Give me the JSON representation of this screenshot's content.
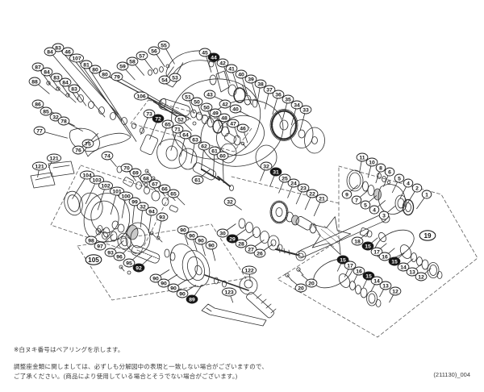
{
  "footer": {
    "note_bearing": "※白ヌキ番号はベアリングを示します。",
    "note_washers_1": "調整座金類に関しましては、必ずしも分解図中の表現と一致しない場合がございますので、",
    "note_washers_2": "ご了承ください。(商品により使用している場合とそうでない場合がございます。)",
    "doc_code": "(211130)_004"
  },
  "diagram": {
    "type": "exploded-parts-schematic",
    "bearing_callouts_filled": [
      "15",
      "29",
      "31",
      "44",
      "72",
      "89",
      "92"
    ],
    "assembly_group_callouts": [
      "19",
      "105"
    ],
    "balloons": [
      [
        "83",
        72,
        59,
        0,
        48,
        112
      ],
      [
        "84",
        62,
        64,
        0,
        50,
        106
      ],
      [
        "46",
        84,
        64,
        0,
        52,
        108
      ],
      [
        "107",
        95,
        72,
        0,
        55,
        118
      ],
      [
        "81",
        107,
        80,
        0,
        57,
        114
      ],
      [
        "80",
        118,
        86,
        0,
        28,
        116
      ],
      [
        "80",
        130,
        92,
        0,
        28,
        108
      ],
      [
        "79",
        145,
        95,
        0,
        30,
        106
      ],
      [
        "87",
        47,
        83,
        0,
        55,
        27
      ],
      [
        "84",
        58,
        89,
        0,
        55,
        27
      ],
      [
        "83",
        70,
        96,
        0,
        55,
        27
      ],
      [
        "84",
        81,
        102,
        0,
        55,
        27
      ],
      [
        "83",
        92,
        110,
        0,
        55,
        26
      ],
      [
        "88",
        43,
        101,
        0,
        40,
        24
      ],
      [
        "86",
        47,
        129,
        0,
        30,
        27
      ],
      [
        "85",
        57,
        138,
        0,
        25,
        27
      ],
      [
        "32",
        69,
        145,
        0,
        25,
        26
      ],
      [
        "78",
        79,
        150,
        0,
        28,
        27
      ],
      [
        "77",
        49,
        162,
        0,
        15,
        36
      ],
      [
        "59",
        152,
        82,
        0,
        48,
        23
      ],
      [
        "58",
        164,
        76,
        0,
        50,
        23
      ],
      [
        "57",
        176,
        69,
        0,
        53,
        24
      ],
      [
        "56",
        191,
        63,
        0,
        56,
        24
      ],
      [
        "55",
        203,
        56,
        0,
        60,
        27
      ],
      [
        "54",
        204,
        99,
        0,
        -55,
        20
      ],
      [
        "53",
        217,
        96,
        0,
        -62,
        21
      ],
      [
        "45",
        254,
        65,
        0,
        72,
        26
      ],
      [
        "44",
        265,
        71,
        1,
        75,
        27
      ],
      [
        "42",
        276,
        78,
        0,
        70,
        27
      ],
      [
        "41",
        287,
        85,
        0,
        72,
        27
      ],
      [
        "40",
        299,
        92,
        0,
        73,
        26
      ],
      [
        "39",
        311,
        98,
        0,
        74,
        26
      ],
      [
        "38",
        323,
        104,
        0,
        100,
        25
      ],
      [
        "37",
        334,
        111,
        0,
        103,
        25
      ],
      [
        "36",
        345,
        117,
        0,
        106,
        26
      ],
      [
        "35",
        357,
        123,
        0,
        105,
        26
      ],
      [
        "34",
        368,
        130,
        0,
        105,
        26
      ],
      [
        "33",
        379,
        136,
        0,
        105,
        27
      ],
      [
        "43",
        260,
        117,
        0,
        25,
        24
      ],
      [
        "42",
        279,
        129,
        0,
        28,
        22
      ],
      [
        "40",
        292,
        135,
        0,
        28,
        20
      ],
      [
        "106",
        175,
        119,
        0,
        20,
        17
      ],
      [
        "51",
        233,
        120,
        0,
        70,
        22
      ],
      [
        "50",
        244,
        126,
        0,
        70,
        22
      ],
      [
        "50",
        256,
        133,
        0,
        70,
        21
      ],
      [
        "49",
        267,
        140,
        0,
        70,
        21
      ],
      [
        "48",
        278,
        146,
        0,
        70,
        20
      ],
      [
        "47",
        289,
        153,
        0,
        70,
        19
      ],
      [
        "46",
        301,
        159,
        0,
        72,
        19
      ],
      [
        "52",
        224,
        148,
        0,
        45,
        20
      ],
      [
        "73",
        185,
        141,
        0,
        112,
        28
      ],
      [
        "72",
        196,
        147,
        1,
        112,
        28
      ],
      [
        "65",
        208,
        154,
        0,
        110,
        28
      ],
      [
        "71",
        220,
        160,
        0,
        107,
        28
      ],
      [
        "64",
        230,
        167,
        0,
        103,
        28
      ],
      [
        "63",
        242,
        173,
        0,
        100,
        30
      ],
      [
        "62",
        253,
        181,
        0,
        97,
        30
      ],
      [
        "61",
        266,
        187,
        0,
        93,
        32
      ],
      [
        "60",
        276,
        193,
        0,
        88,
        34
      ],
      [
        "61",
        245,
        223,
        0,
        -40,
        20
      ],
      [
        "70",
        157,
        208,
        0,
        55,
        20
      ],
      [
        "69",
        168,
        214,
        0,
        55,
        20
      ],
      [
        "68",
        181,
        221,
        0,
        52,
        20
      ],
      [
        "67",
        192,
        228,
        0,
        50,
        20
      ],
      [
        "66",
        204,
        234,
        0,
        48,
        20
      ],
      [
        "65",
        215,
        240,
        0,
        45,
        20
      ],
      [
        "74",
        133,
        193,
        0,
        50,
        18
      ],
      [
        "75",
        109,
        178,
        0,
        -45,
        18
      ],
      [
        "76",
        97,
        186,
        0,
        -40,
        18
      ],
      [
        "121",
        67,
        196,
        0,
        120,
        14
      ],
      [
        "121",
        49,
        206,
        0,
        100,
        14
      ],
      [
        "104",
        108,
        217,
        0,
        122,
        35
      ],
      [
        "103",
        120,
        223,
        0,
        115,
        33
      ],
      [
        "102",
        131,
        230,
        0,
        108,
        32
      ],
      [
        "101",
        145,
        237,
        0,
        105,
        30
      ],
      [
        "100",
        156,
        243,
        0,
        100,
        28
      ],
      [
        "99",
        167,
        250,
        0,
        96,
        27
      ],
      [
        "32",
        177,
        256,
        0,
        96,
        26
      ],
      [
        "94",
        188,
        262,
        0,
        98,
        27
      ],
      [
        "93",
        201,
        269,
        0,
        102,
        27
      ],
      [
        "98",
        113,
        298,
        0,
        -42,
        22
      ],
      [
        "97",
        124,
        305,
        0,
        -42,
        22
      ],
      [
        "93",
        137,
        313,
        0,
        -42,
        22
      ],
      [
        "96",
        148,
        318,
        0,
        -42,
        22
      ],
      [
        "95",
        160,
        326,
        0,
        -42,
        22
      ],
      [
        "92",
        172,
        332,
        1,
        -42,
        22
      ],
      [
        "105",
        116,
        322,
        2,
        0,
        0
      ],
      [
        "90",
        227,
        285,
        0,
        72,
        20
      ],
      [
        "90",
        238,
        292,
        0,
        72,
        20
      ],
      [
        "90",
        249,
        298,
        0,
        74,
        20
      ],
      [
        "90",
        262,
        304,
        0,
        76,
        20
      ],
      [
        "90",
        193,
        345,
        0,
        -32,
        20
      ],
      [
        "90",
        203,
        351,
        0,
        -32,
        20
      ],
      [
        "90",
        215,
        357,
        0,
        -32,
        20
      ],
      [
        "90",
        226,
        364,
        0,
        -32,
        20
      ],
      [
        "89",
        238,
        371,
        1,
        -55,
        22
      ],
      [
        "30",
        276,
        289,
        0,
        -35,
        20
      ],
      [
        "29",
        288,
        296,
        1,
        -35,
        20
      ],
      [
        "28",
        299,
        302,
        0,
        -35,
        20
      ],
      [
        "27",
        311,
        309,
        0,
        -35,
        20
      ],
      [
        "26",
        322,
        314,
        0,
        -35,
        20
      ],
      [
        "122",
        309,
        335,
        0,
        85,
        14
      ],
      [
        "123",
        284,
        362,
        0,
        70,
        14
      ],
      [
        "20",
        373,
        357,
        0,
        -140,
        16
      ],
      [
        "20",
        386,
        351,
        0,
        -140,
        16
      ],
      [
        "32",
        330,
        206,
        0,
        112,
        20
      ],
      [
        "31",
        342,
        213,
        1,
        112,
        20
      ],
      [
        "25",
        353,
        221,
        0,
        112,
        20
      ],
      [
        "24",
        364,
        227,
        0,
        112,
        20
      ],
      [
        "23",
        376,
        233,
        0,
        114,
        22
      ],
      [
        "22",
        387,
        240,
        0,
        114,
        22
      ],
      [
        "21",
        399,
        246,
        0,
        114,
        24
      ],
      [
        "32",
        285,
        250,
        0,
        35,
        18
      ],
      [
        "11",
        449,
        195,
        0,
        100,
        20
      ],
      [
        "10",
        461,
        201,
        0,
        104,
        20
      ],
      [
        "8",
        472,
        208,
        0,
        108,
        20
      ],
      [
        "6",
        483,
        213,
        0,
        112,
        20
      ],
      [
        "5",
        495,
        221,
        0,
        116,
        20
      ],
      [
        "4",
        506,
        227,
        0,
        118,
        22
      ],
      [
        "2",
        517,
        233,
        0,
        122,
        22
      ],
      [
        "1",
        529,
        241,
        0,
        125,
        22
      ],
      [
        "9",
        430,
        241,
        0,
        -40,
        18
      ],
      [
        "7",
        442,
        248,
        0,
        -40,
        18
      ],
      [
        "5",
        453,
        254,
        0,
        -40,
        18
      ],
      [
        "4",
        464,
        260,
        0,
        -40,
        18
      ],
      [
        "3",
        476,
        267,
        0,
        -40,
        18
      ],
      [
        "19",
        530,
        292,
        2,
        0,
        0
      ],
      [
        "18",
        443,
        299,
        0,
        -40,
        16
      ],
      [
        "15",
        456,
        305,
        1,
        -40,
        16
      ],
      [
        "17",
        467,
        312,
        0,
        -40,
        16
      ],
      [
        "16",
        477,
        318,
        0,
        -40,
        16
      ],
      [
        "15",
        489,
        324,
        1,
        -40,
        16
      ],
      [
        "14",
        500,
        331,
        0,
        -40,
        16
      ],
      [
        "13",
        511,
        337,
        0,
        -40,
        16
      ],
      [
        "12",
        522,
        343,
        0,
        -40,
        16
      ],
      [
        "15",
        425,
        322,
        1,
        115,
        16
      ],
      [
        "17",
        434,
        329,
        0,
        115,
        16
      ],
      [
        "16",
        445,
        336,
        0,
        115,
        16
      ],
      [
        "15",
        457,
        342,
        1,
        115,
        16
      ],
      [
        "14",
        467,
        348,
        0,
        118,
        16
      ],
      [
        "13",
        478,
        354,
        0,
        118,
        16
      ],
      [
        "12",
        490,
        361,
        0,
        118,
        16
      ]
    ]
  }
}
